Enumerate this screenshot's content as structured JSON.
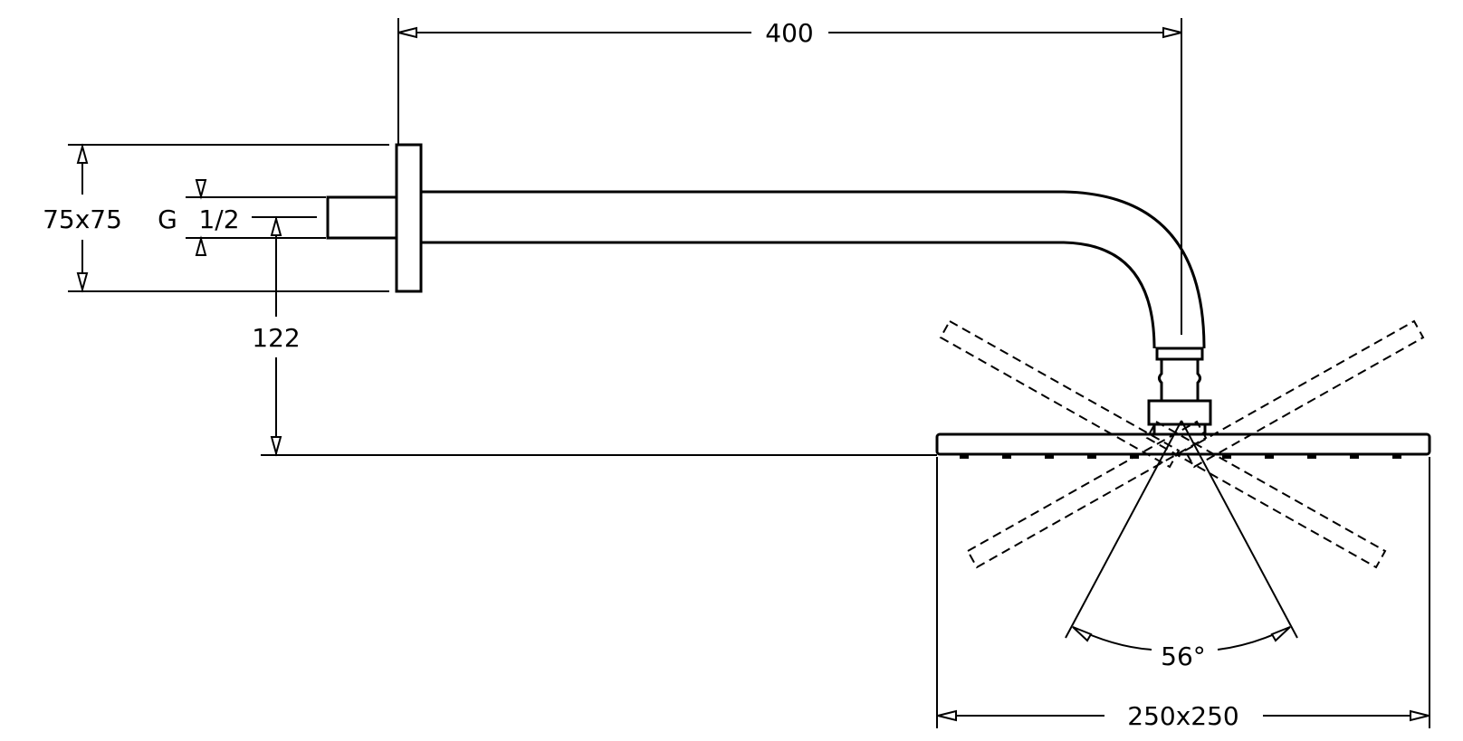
{
  "dimensions": {
    "arm_length": "400",
    "flange_size": "75x75",
    "thread": "G",
    "thread_size": "1/2",
    "drop_height": "122",
    "spray_angle": "56°",
    "head_size": "250x250"
  }
}
